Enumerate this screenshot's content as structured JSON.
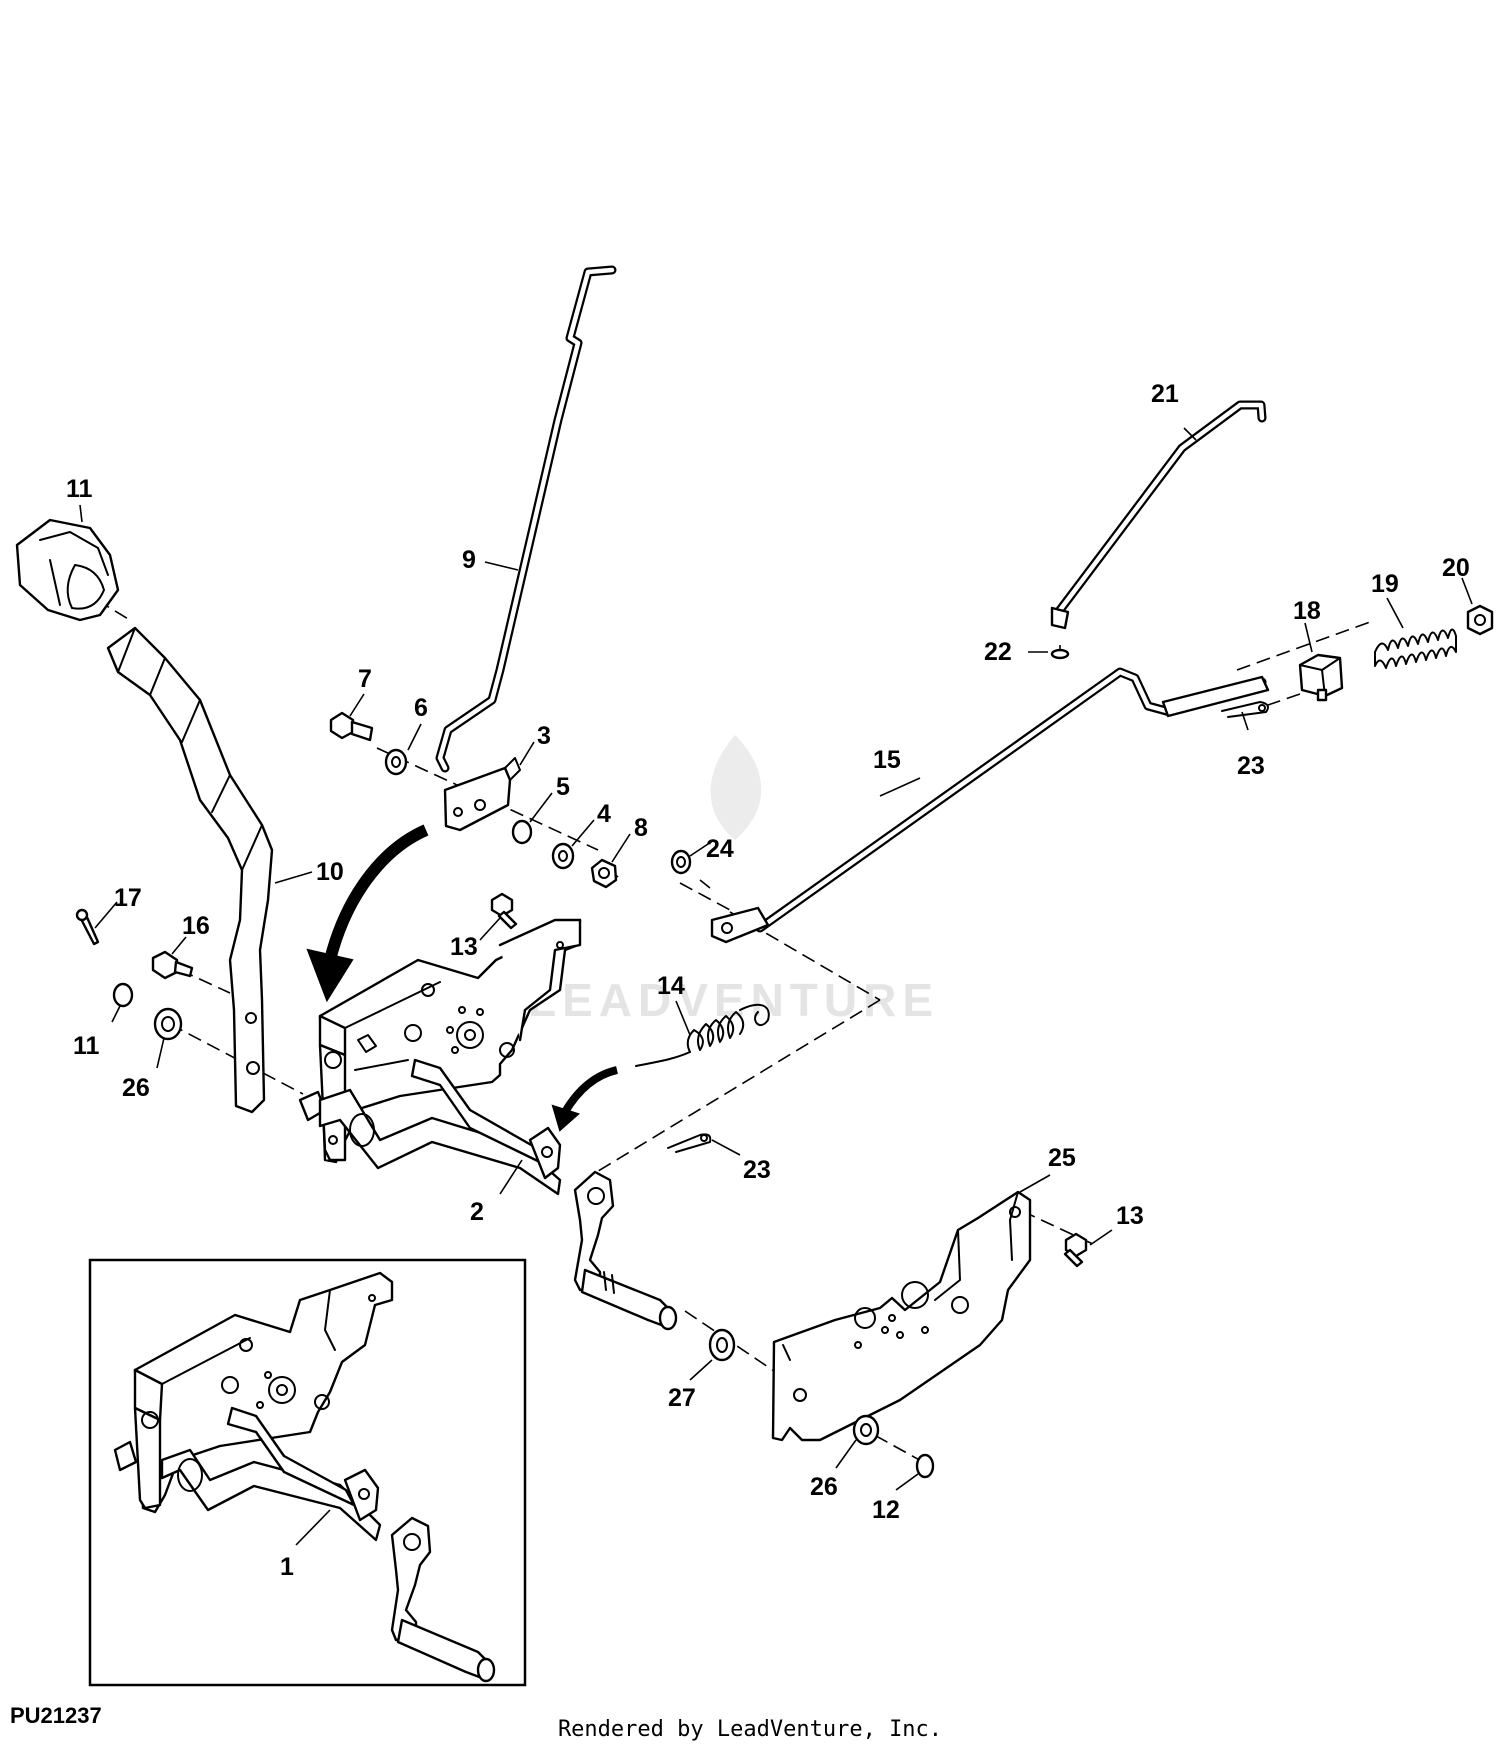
{
  "figure_id": "PU21237",
  "credit": "Rendered by LeadVenture, Inc.",
  "watermark": "LEADVENTURE",
  "callouts": [
    "1",
    "2",
    "3",
    "4",
    "5",
    "6",
    "7",
    "8",
    "9",
    "10",
    "11",
    "11",
    "12",
    "13",
    "13",
    "14",
    "15",
    "16",
    "17",
    "18",
    "19",
    "20",
    "21",
    "22",
    "23",
    "23",
    "24",
    "25",
    "26",
    "26",
    "27"
  ]
}
